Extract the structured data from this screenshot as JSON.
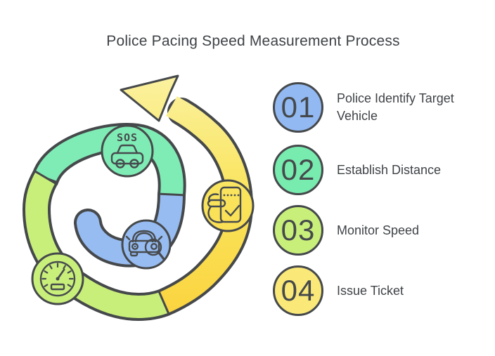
{
  "title": "Police Pacing Speed Measurement Process",
  "steps": [
    {
      "number": "01",
      "label": "Police Identify Target Vehicle",
      "color": "#92B9F2"
    },
    {
      "number": "02",
      "label": "Establish Distance",
      "color": "#78EBAF"
    },
    {
      "number": "03",
      "label": "Monitor Speed",
      "color": "#C9EF7B"
    },
    {
      "number": "04",
      "label": "Issue Ticket",
      "color": "#FAE878"
    }
  ],
  "diagram": {
    "sos_label": "SOS",
    "colors": {
      "outline": "#46494B",
      "blue": "#97BCF2",
      "green": "#7FECB5",
      "lime": "#C9EF7B",
      "yellow_top": "#FBF3A8",
      "yellow_mid": "#FAE45C",
      "yellow_bottom": "#FBD23C"
    }
  }
}
